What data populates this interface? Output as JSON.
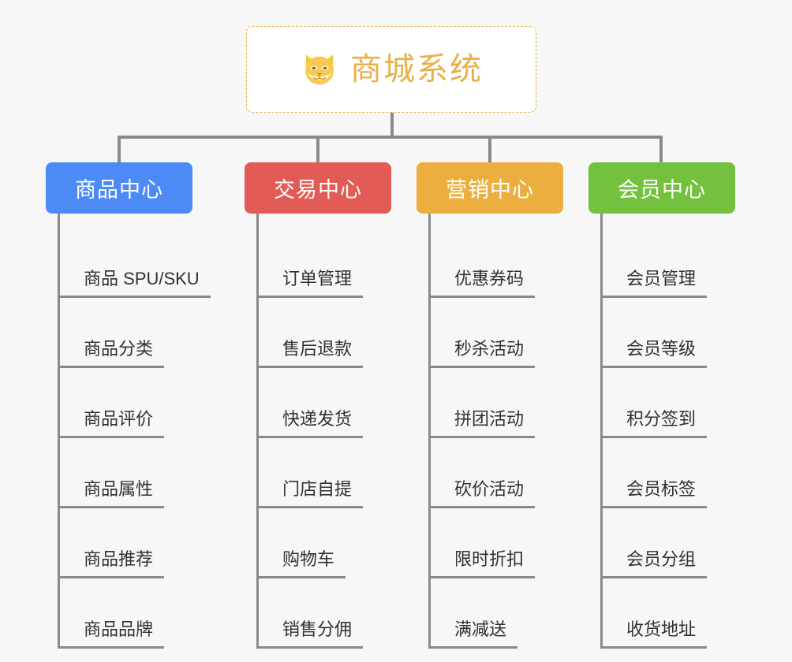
{
  "diagram": {
    "type": "mindmap-org-chart",
    "background_color": "#f7f7f7",
    "connector_color": "#8a8a8a",
    "root": {
      "title": "商城系统",
      "icon": "shiba-dog-face-emoji",
      "text_color": "#e8b04b",
      "border_color": "#e8b04b",
      "background_color": "#ffffff"
    },
    "branches": [
      {
        "label": "商品中心",
        "color": "#4c8bf5",
        "items": [
          "商品 SPU/SKU",
          "商品分类",
          "商品评价",
          "商品属性",
          "商品推荐",
          "商品品牌"
        ]
      },
      {
        "label": "交易中心",
        "color": "#e25b56",
        "items": [
          "订单管理",
          "售后退款",
          "快递发货",
          "门店自提",
          "购物车",
          "销售分佣"
        ]
      },
      {
        "label": "营销中心",
        "color": "#edae40",
        "items": [
          "优惠券码",
          "秒杀活动",
          "拼团活动",
          "砍价活动",
          "限时折扣",
          "满减送"
        ]
      },
      {
        "label": "会员中心",
        "color": "#73c13e",
        "items": [
          "会员管理",
          "会员等级",
          "积分签到",
          "会员标签",
          "会员分组",
          "收货地址"
        ]
      }
    ]
  }
}
